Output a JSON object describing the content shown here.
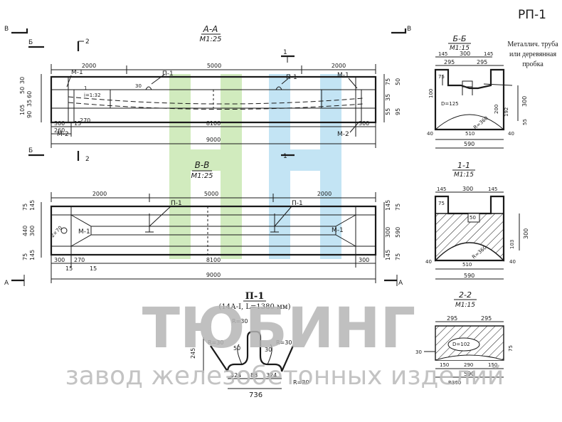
{
  "sheet": {
    "code": "РП-1"
  },
  "brand": {
    "name": "ТЮБИНГ",
    "slogan": "завод железобетонных изделий",
    "logo_color_green": "#c9e8b3",
    "logo_color_blue": "#b9e0f3"
  },
  "section_aa": {
    "title": "А-А",
    "scale": "М1:25",
    "cut_b": "Б",
    "cut_2": "2",
    "cut_v": "В",
    "cut_1": "1",
    "dims_top": [
      "2000",
      "5000",
      "2000"
    ],
    "marks": {
      "m1": "М-1",
      "m2": "М-2",
      "p1": "П-1"
    },
    "dims_bottom": [
      "300",
      "260",
      "15",
      "270",
      "8100",
      "300",
      "9000"
    ],
    "dims_left": [
      "30",
      "50",
      "60",
      "35",
      "90",
      "105"
    ],
    "dims_right": [
      "75",
      "50",
      "35",
      "55",
      "95"
    ],
    "small": [
      "30",
      "1",
      "i=1:32"
    ]
  },
  "section_vv": {
    "title": "В-В",
    "scale": "М1:25",
    "cut_a": "А",
    "dims_top": [
      "2000",
      "5000",
      "2000"
    ],
    "marks": {
      "m1": "М-1",
      "p1": "П-1"
    },
    "dims_bottom": [
      "300",
      "270",
      "15",
      "15",
      "8100",
      "300",
      "9000"
    ],
    "dims_left": [
      "145",
      "75",
      "440",
      "300",
      "75",
      "145"
    ],
    "dims_right": [
      "145",
      "75",
      "300",
      "590",
      "75",
      "145"
    ],
    "small": [
      "2×70"
    ]
  },
  "section_bb": {
    "title": "Б-Б",
    "scale": "М1:15",
    "dims_top": [
      "145",
      "300",
      "145",
      "295",
      "295"
    ],
    "dims": [
      "75",
      "100",
      "D=125",
      "200",
      "192",
      "300",
      "R=360",
      "40",
      "510",
      "40",
      "590",
      "55"
    ],
    "note": "Металлич. труба или деревянная пробка"
  },
  "section_11": {
    "title": "1-1",
    "scale": "М1:15",
    "dims": [
      "145",
      "300",
      "145",
      "75",
      "50",
      "300",
      "R=360",
      "103",
      "40",
      "510",
      "40",
      "590"
    ]
  },
  "section_22": {
    "title": "2-2",
    "scale": "М1:15",
    "dims": [
      "295",
      "295",
      "75",
      "D=102",
      "30",
      "150",
      "290",
      "150",
      "590",
      "R360"
    ]
  },
  "detail_p1": {
    "title": "П-1",
    "subtitle": "(14А-I, L=1380 мм)",
    "dims": [
      "R=30",
      "R=30",
      "R=30",
      "50",
      "30",
      "245",
      "324",
      "88",
      "324",
      "736",
      "R=30"
    ]
  }
}
